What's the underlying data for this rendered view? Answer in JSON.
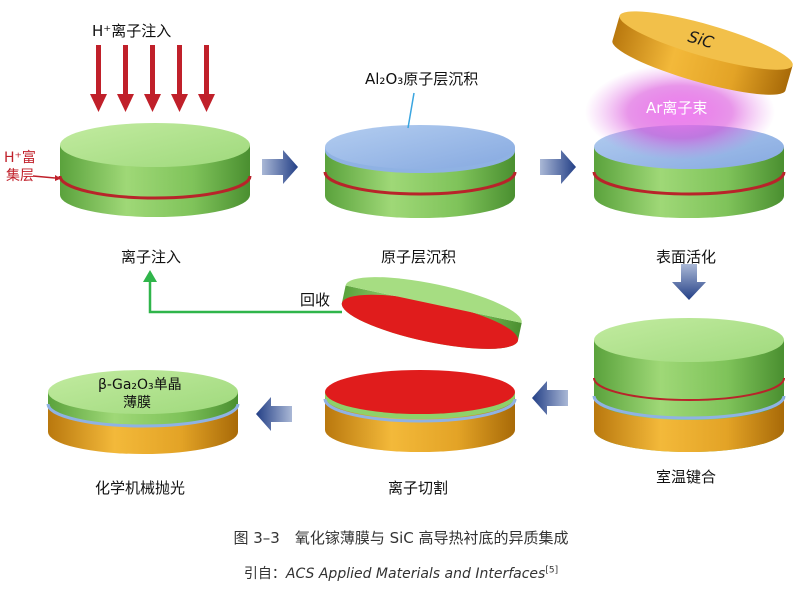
{
  "steps": {
    "ion_implant": {
      "label": "离子注入",
      "top_label": "H⁺离子注入",
      "side_label_1": "H⁺富",
      "side_label_2": "集层"
    },
    "ald": {
      "label": "原子层沉积",
      "annotation": "Al₂O₃原子层沉积"
    },
    "activation": {
      "label": "表面活化",
      "sic_label": "SiC",
      "beam_label": "Ar离子束"
    },
    "bonding": {
      "label": "室温键合"
    },
    "cleave": {
      "label": "离子切割",
      "recycle_label": "回收"
    },
    "polish": {
      "label": "化学机械抛光",
      "film_label_1": "β-Ga₂O₃单晶",
      "film_label_2": "薄膜"
    }
  },
  "caption": {
    "figure": "图 3–3　氧化镓薄膜与 SiC 高导热衬底的异质集成",
    "source_prefix": "引自：",
    "source_title": "ACS Applied Materials and Interfaces",
    "source_ref": "[5]"
  },
  "colors": {
    "ga2o3_green": "#8fd16a",
    "implant_arrow": "#c0202a",
    "h_layer": "#b8242a",
    "al2o3_blue": "#8fb2e3",
    "sic_gold": "#e0a21f",
    "cleaved_red": "#e01c1c",
    "flow_arrow": "#2d4a8c",
    "recycle_green": "#2fb54a",
    "beam_magenta": "#d640d8"
  }
}
